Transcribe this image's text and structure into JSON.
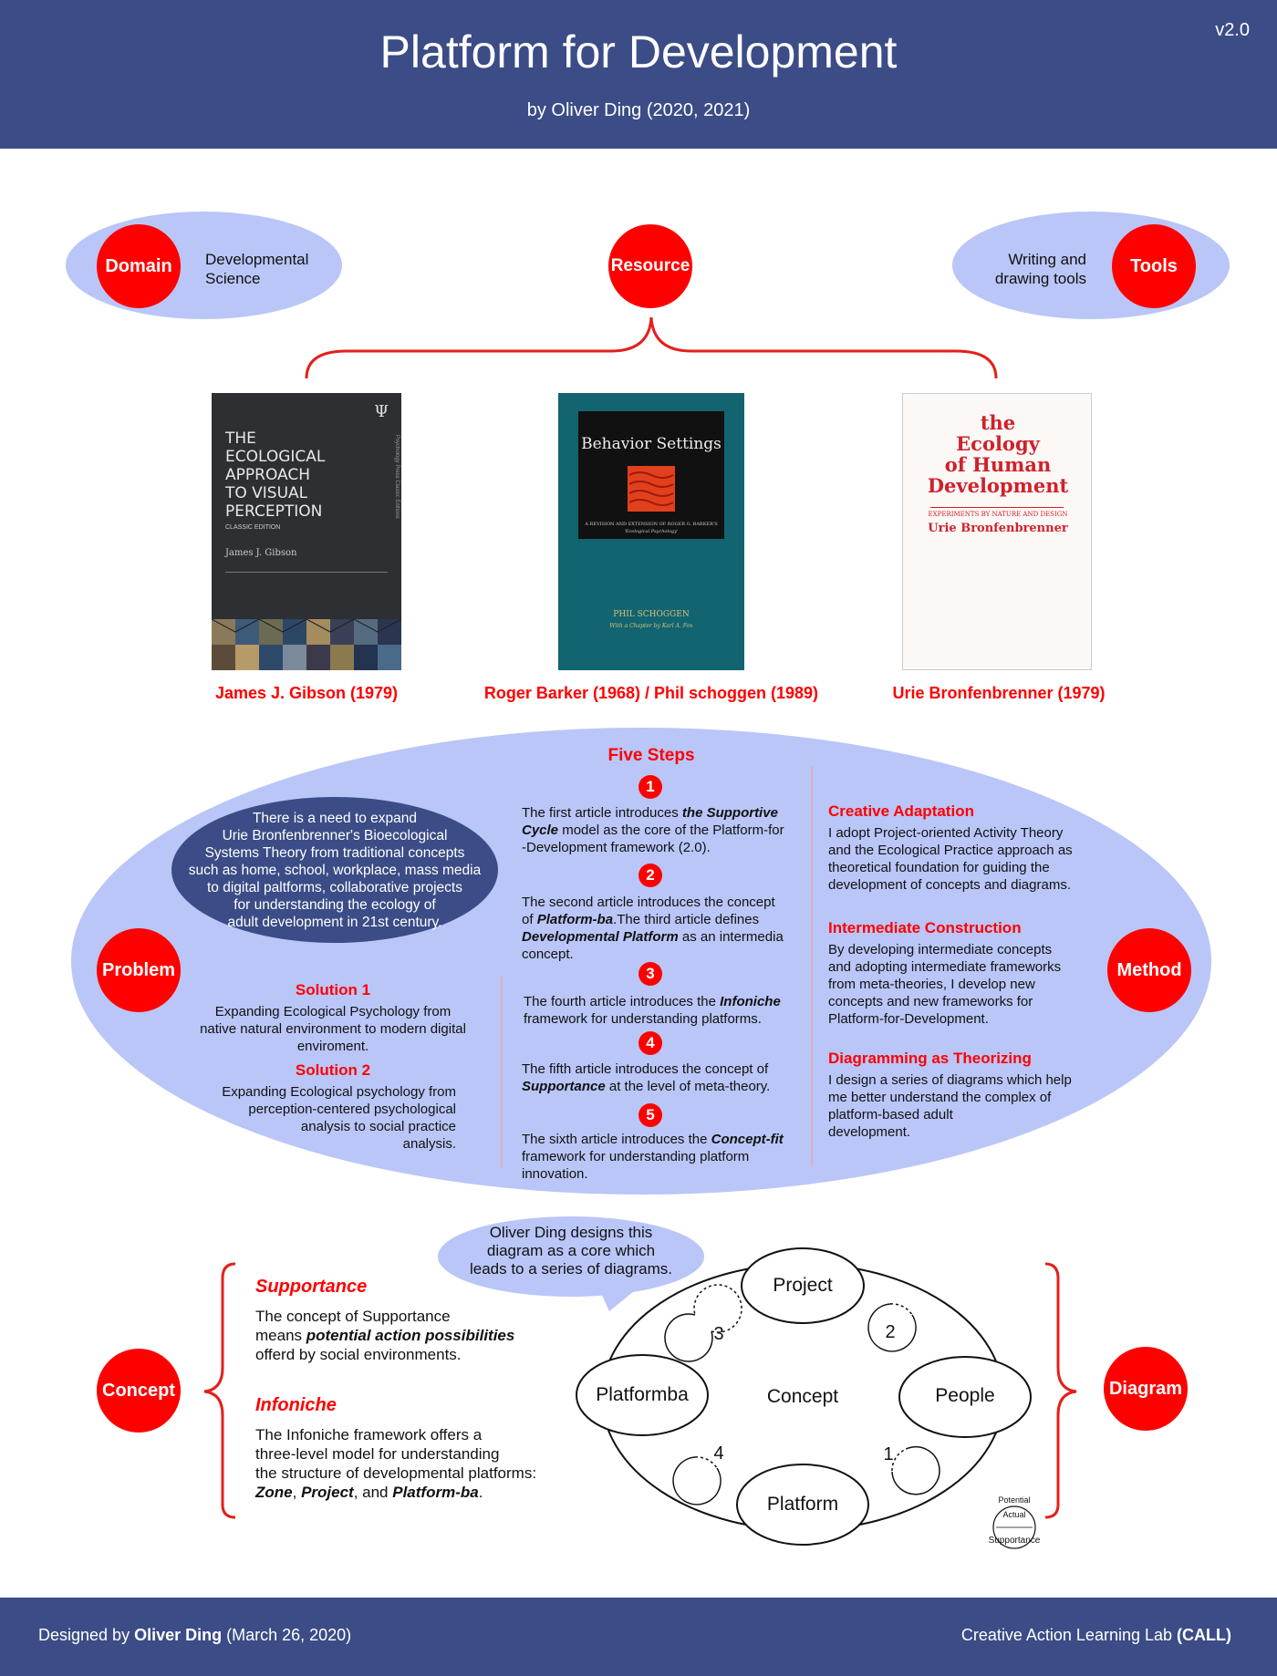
{
  "header": {
    "version": "v2.0",
    "title": "Platform for Development",
    "subtitle": "by Oliver Ding (2020, 2021)"
  },
  "top_row": {
    "domain": {
      "label": "Domain",
      "text_line1": "Developmental",
      "text_line2": "Science"
    },
    "resource": {
      "label": "Resource"
    },
    "tools": {
      "label": "Tools",
      "text_line1": "Writing and",
      "text_line2": "drawing tools"
    }
  },
  "books": [
    {
      "caption": "James J. Gibson (1979)",
      "cover_title": [
        "THE",
        "ECOLOGICAL",
        "APPROACH",
        "TO VISUAL",
        "PERCEPTION"
      ],
      "cover_edition": "CLASSIC EDITION",
      "cover_author": "James J. Gibson",
      "cover_side": "Psychology Press Classic Editions",
      "cover_logo": "Ψ"
    },
    {
      "caption": "Roger Barker (1968) / Phil schoggen (1989)",
      "cover_title": "Behavior Settings",
      "cover_sub": "A REVISION AND EXTENSION OF ROGER G. BARKER'S",
      "cover_sub2": "'Ecological Psychology'",
      "cover_author": "PHIL SCHOGGEN",
      "cover_author_note": "With a Chapter by Karl A. Fox"
    },
    {
      "caption": "Urie Bronfenbrenner (1979)",
      "cover_title": [
        "the",
        "Ecology",
        "of Human",
        "Development"
      ],
      "cover_sub": "EXPERIMENTS BY NATURE AND DESIGN",
      "cover_author": "Urie Bronfenbrenner"
    }
  ],
  "middle": {
    "problem_label": "Problem",
    "method_label": "Method",
    "need_text": [
      "There is a need to expand",
      "Urie Bronfenbrenner's Bioecological",
      "Systems Theory from traditional concepts",
      "such as home, school, workplace, mass media",
      "to digital paltforms, collaborative projects",
      "for understanding the ecology of",
      "adult development in 21st century."
    ],
    "solution1_title": "Solution 1",
    "solution1_text": [
      "Expanding Ecological Psychology from",
      "native natural environment to modern digital",
      "enviroment."
    ],
    "solution2_title": "Solution 2",
    "solution2_text": [
      "Expanding Ecological psychology from",
      "perception-centered psychological",
      "analysis to social practice",
      "analysis."
    ],
    "five_steps_title": "Five Steps",
    "steps": [
      {
        "num": "1",
        "pre": "The first article introduces ",
        "em": "the Supportive",
        "lines": [
          {
            "em": "Cycle",
            "post": " model as the core of the Platform-for"
          },
          {
            "post": "-Development framework (2.0)."
          }
        ]
      },
      {
        "num": "2"
      },
      {
        "num": "3"
      },
      {
        "num": "4"
      },
      {
        "num": "5"
      }
    ],
    "step_texts": {
      "s1_l1_a": "The first article introduces ",
      "s1_l1_b": "the Supportive",
      "s1_l2_a": "Cycle",
      "s1_l2_b": " model as the core of the Platform-for",
      "s1_l3": "-Development framework (2.0).",
      "s2_l1": "The second article introduces the concept",
      "s2_l2_a": "of ",
      "s2_l2_b": "Platform-ba",
      "s2_l2_c": ".The third article defines",
      "s2_l3_a": "Developmental Platform",
      "s2_l3_b": " as an intermedia",
      "s2_l4": "concept.",
      "s3_l1_a": "The fourth article introduces the ",
      "s3_l1_b": "Infoniche",
      "s3_l2": "framework for understanding platforms.",
      "s4_l1": "The fifth article introduces the concept of",
      "s4_l2_a": "Supportance",
      "s4_l2_b": " at the level of meta-theory.",
      "s5_l1_a": "The sixth article introduces the ",
      "s5_l1_b": "Concept-fit",
      "s5_l2": "framework for understanding platform",
      "s5_l3": "innovation."
    },
    "method_items": [
      {
        "title": "Creative Adaptation",
        "lines": [
          "I adopt Project-oriented Activity Theory",
          "and the Ecological Practice approach as",
          "theoretical foundation for guiding the",
          "development of concepts and diagrams."
        ]
      },
      {
        "title": "Intermediate Construction",
        "lines": [
          "By developing intermediate concepts",
          "and adopting intermediate frameworks",
          "from meta-theories, I develop new",
          "concepts and new frameworks for",
          "Platform-for-Development."
        ]
      },
      {
        "title": "Diagramming as Theorizing",
        "lines": [
          "I design a series of diagrams which help",
          "me better understand the complex of",
          "platform-based adult",
          "development."
        ]
      }
    ]
  },
  "bottom": {
    "concept_label": "Concept",
    "diagram_label": "Diagram",
    "supportance_title": "Supportance",
    "supportance_l1": "The concept of Supportance",
    "supportance_l2_a": "means ",
    "supportance_l2_b": "potential action possibilities",
    "supportance_l3": "offerd by social environments.",
    "infoniche_title": "Infoniche",
    "infoniche_l1": "The Infoniche framework offers a",
    "infoniche_l2": "three-level model for understanding",
    "infoniche_l3": "the structure of developmental platforms:",
    "infoniche_l4_a": "Zone",
    "infoniche_l4_b": ", ",
    "infoniche_l4_c": "Project",
    "infoniche_l4_d": ", and ",
    "infoniche_l4_e": "Platform-ba",
    "infoniche_l4_f": ".",
    "bubble_lines": [
      "Oliver Ding designs this",
      "diagram as a core which",
      "leads to a series of diagrams."
    ],
    "nodes": {
      "project": "Project",
      "people": "People",
      "platform": "Platform",
      "platformba": "Platformba",
      "concept": "Concept"
    },
    "cycle_numbers": [
      "1",
      "2",
      "3",
      "4"
    ],
    "legend_potential": "Potential",
    "legend_actual": "Actual",
    "legend_label": "Supportance"
  },
  "footer": {
    "left_a": "Designed by ",
    "left_b": "Oliver Ding",
    "left_c": " (March 26, 2020)",
    "right_a": "Creative Action Learning Lab ",
    "right_b": "(CALL)"
  },
  "colors": {
    "navy": "#3b4c86",
    "red": "#ff0000",
    "light_blue": "#b9c6f7"
  }
}
